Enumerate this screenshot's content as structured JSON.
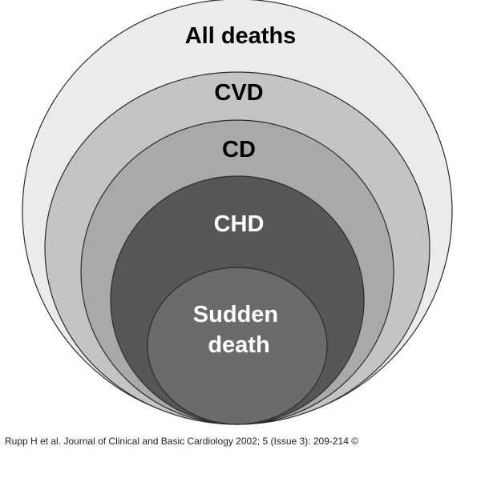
{
  "diagram": {
    "levels": [
      {
        "label": "All deaths",
        "fill": "#ebebeb",
        "text_color": "#000000"
      },
      {
        "label": "CVD",
        "fill": "#c4c4c4",
        "text_color": "#000000"
      },
      {
        "label": "CD",
        "fill": "#a9a9a9",
        "text_color": "#000000"
      },
      {
        "label": "CHD",
        "fill": "#575757",
        "text_color": "#ffffff"
      },
      {
        "label": "Sudden death",
        "fill": "#6b6b6b",
        "text_color": "#ffffff"
      }
    ]
  },
  "caption": "Rupp H et al. Journal of Clinical and Basic Cardiology 2002; 5 (Issue 3): 209-214 ©"
}
